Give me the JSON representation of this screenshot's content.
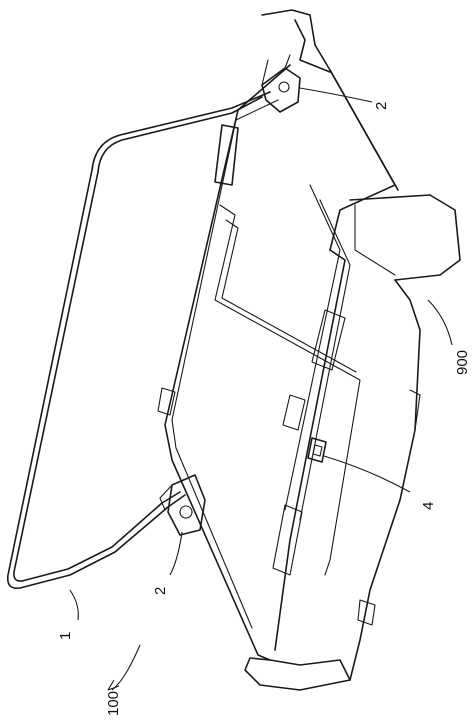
{
  "labels": {
    "frame": "1",
    "hinge_top": "2",
    "hinge_bottom": "2",
    "latch": "4",
    "housing": "900",
    "assembly": "100"
  }
}
